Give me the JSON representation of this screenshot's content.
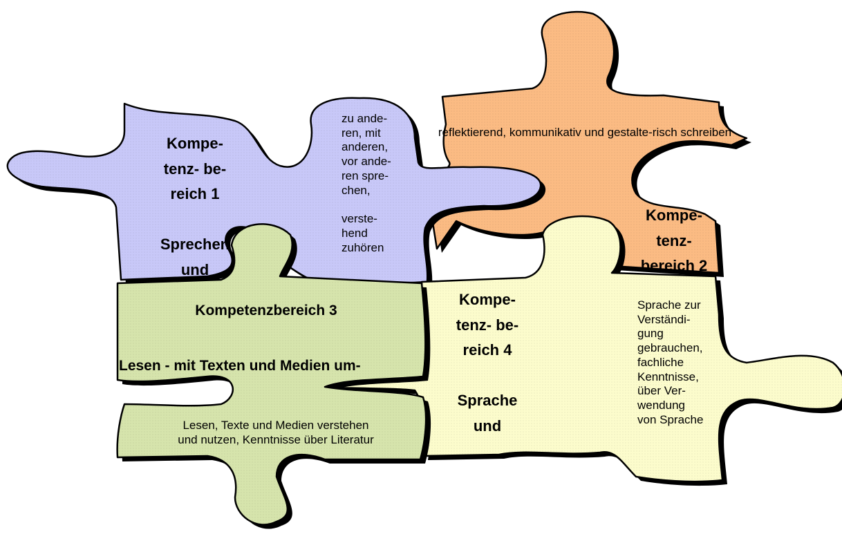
{
  "pieces": {
    "orange": {
      "color": "#fbbb83",
      "description": "reflektierend, kommunikativ und gestalte-risch schreiben",
      "heading_lines": [
        "Kompe-",
        "tenz-",
        "bereich 2"
      ]
    },
    "purple": {
      "color": "#c8c8f8",
      "heading_lines": [
        "Kompe-",
        "tenz- be-",
        "reich 1",
        "",
        "Sprechen",
        "und"
      ],
      "description_lines": [
        "zu ande-",
        "ren, mit",
        "anderen,",
        "vor ande-",
        "ren spre-",
        "chen,",
        "",
        "verste-",
        "hend",
        "zuhören"
      ]
    },
    "yellow": {
      "color": "#fcfccc",
      "heading_lines": [
        "Kompe-",
        "tenz- be-",
        "reich 4",
        "",
        "Sprache",
        "und"
      ],
      "description_lines": [
        "Sprache zur",
        "Verständi-",
        "gung",
        "gebrauchen,",
        "fachliche",
        "Kenntnisse,",
        "über Ver-",
        "wendung",
        "von Sprache"
      ]
    },
    "green": {
      "color": "#d6e4ac",
      "heading": "Kompetenzbereich 3",
      "subheading": "Lesen - mit Texten und Medien um-",
      "description_lines": [
        "Lesen, Texte und Medien verstehen",
        "und nutzen, Kenntnisse über Literatur"
      ]
    }
  }
}
